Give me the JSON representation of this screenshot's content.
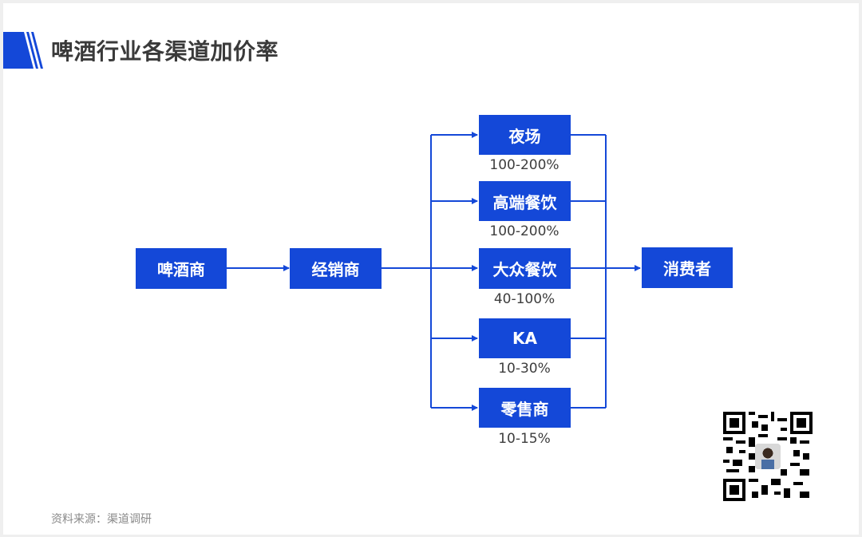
{
  "title": "啤酒行业各渠道加价率",
  "nodes": {
    "brewer": "啤酒商",
    "distributor": "经销商",
    "consumer": "消费者"
  },
  "channels": [
    {
      "label": "夜场",
      "rate": "100-200%"
    },
    {
      "label": "高端餐饮",
      "rate": "100-200%"
    },
    {
      "label": "大众餐饮",
      "rate": "40-100%"
    },
    {
      "label": "KA",
      "rate": "10-30%"
    },
    {
      "label": "零售商",
      "rate": "10-15%"
    }
  ],
  "source": "资料来源：渠道调研",
  "colors": {
    "accent": "#1448d8",
    "title_text": "#3a3a3a",
    "rate_text": "#3d3d3d",
    "source_text": "#8a8a8a"
  },
  "icons": {
    "title_mark": "slanted-stripes-icon",
    "qr_code": "qr-code-icon"
  }
}
